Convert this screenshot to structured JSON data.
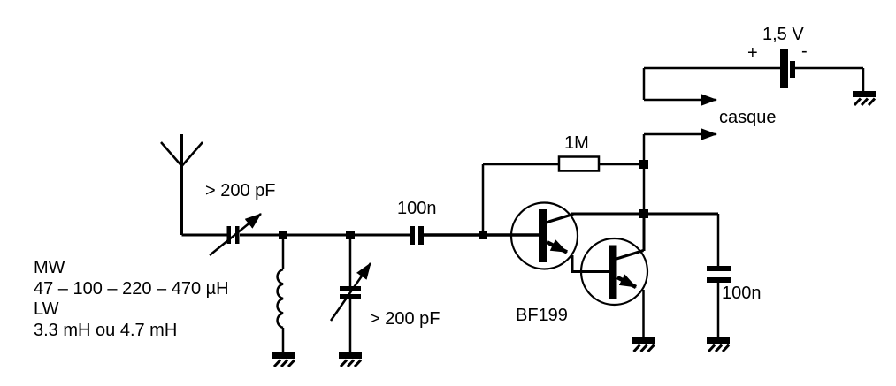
{
  "diagram": {
    "background_color": "#ffffff",
    "ink_color": "#000000",
    "antenna_section": {
      "series_trimmer_value": "> 200 pF",
      "tuning_cap_value": "> 200 pF",
      "coil_note_line1": "MW",
      "coil_note_line2": "47 – 100 – 220 – 470 µH",
      "coil_note_line3": "LW",
      "coil_note_line4": "3.3 mH ou 4.7 mH"
    },
    "amplifier_section": {
      "coupling_cap_value": "100n",
      "feedback_resistor_value": "1M",
      "transistor_type": "BF199",
      "output_cap_value": "100n"
    },
    "output_section": {
      "battery_voltage": "1,5 V",
      "battery_positive": "+",
      "battery_negative": "-",
      "headphones_label": "casque"
    }
  }
}
